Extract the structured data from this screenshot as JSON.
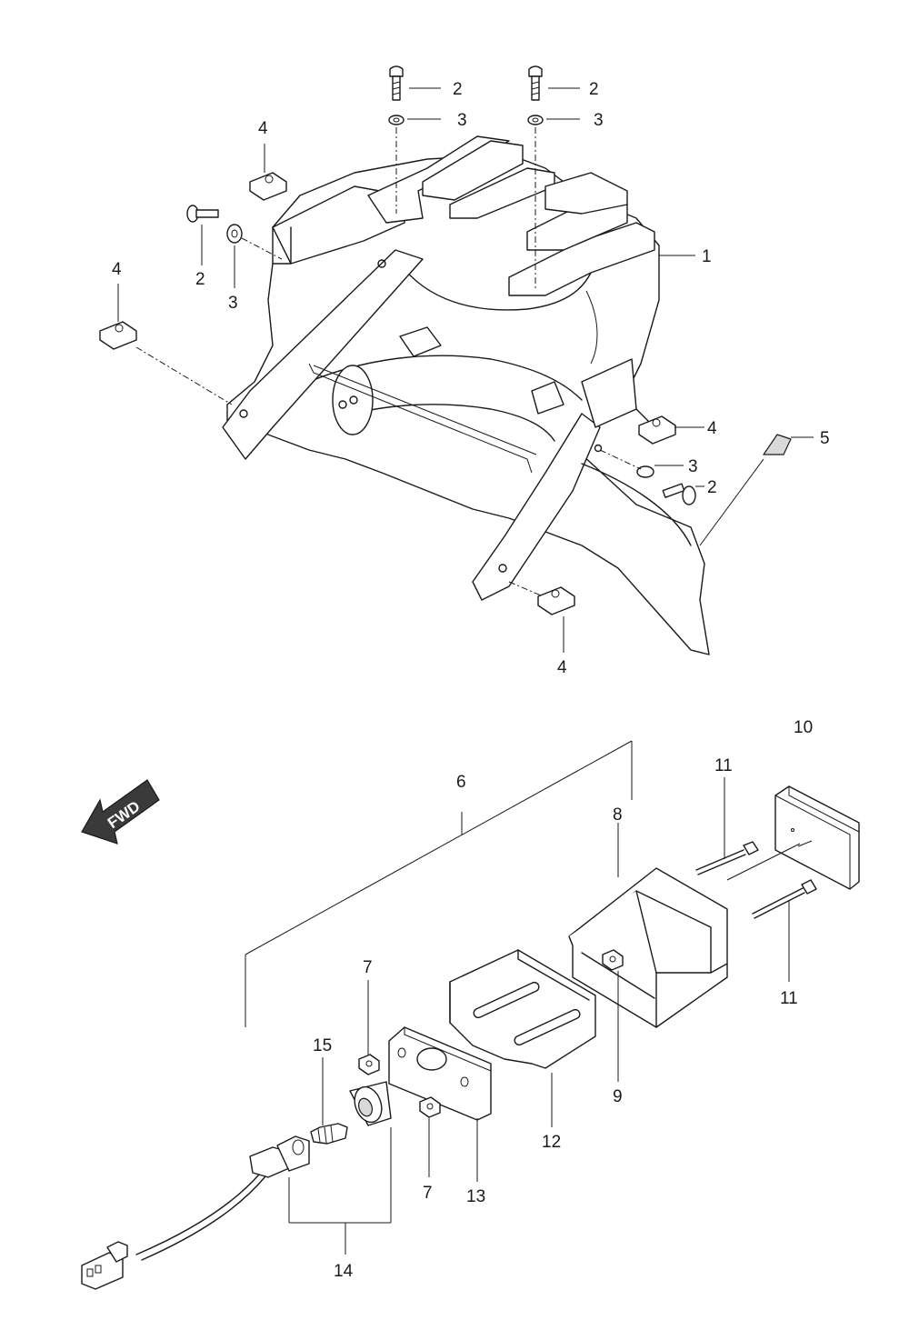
{
  "diagram": {
    "fwd_label": "FWD",
    "callouts": {
      "n1": "1",
      "n2": "2",
      "n3": "3",
      "n4": "4",
      "n5": "5",
      "n6": "6",
      "n7": "7",
      "n8": "8",
      "n9": "9",
      "n10": "10",
      "n11": "11",
      "n12": "12",
      "n13": "13",
      "n14": "14",
      "n15": "15"
    }
  }
}
